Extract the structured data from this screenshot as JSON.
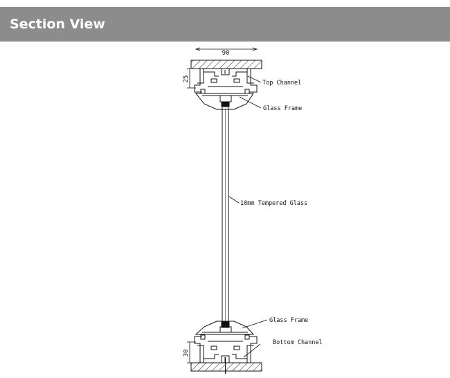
{
  "header": {
    "title": "Section View",
    "bar_color": "#8c8c8c"
  },
  "drawing": {
    "dims": {
      "width": "90",
      "top_height": "25",
      "bottom_height": "30"
    },
    "labels": {
      "top_channel": "Top Channel",
      "glass_frame_top": "Glass Frame",
      "glass": "10mm Tempered Glass",
      "glass_frame_bottom": "Glass Frame",
      "bottom_channel": "Bottom Channel"
    }
  }
}
